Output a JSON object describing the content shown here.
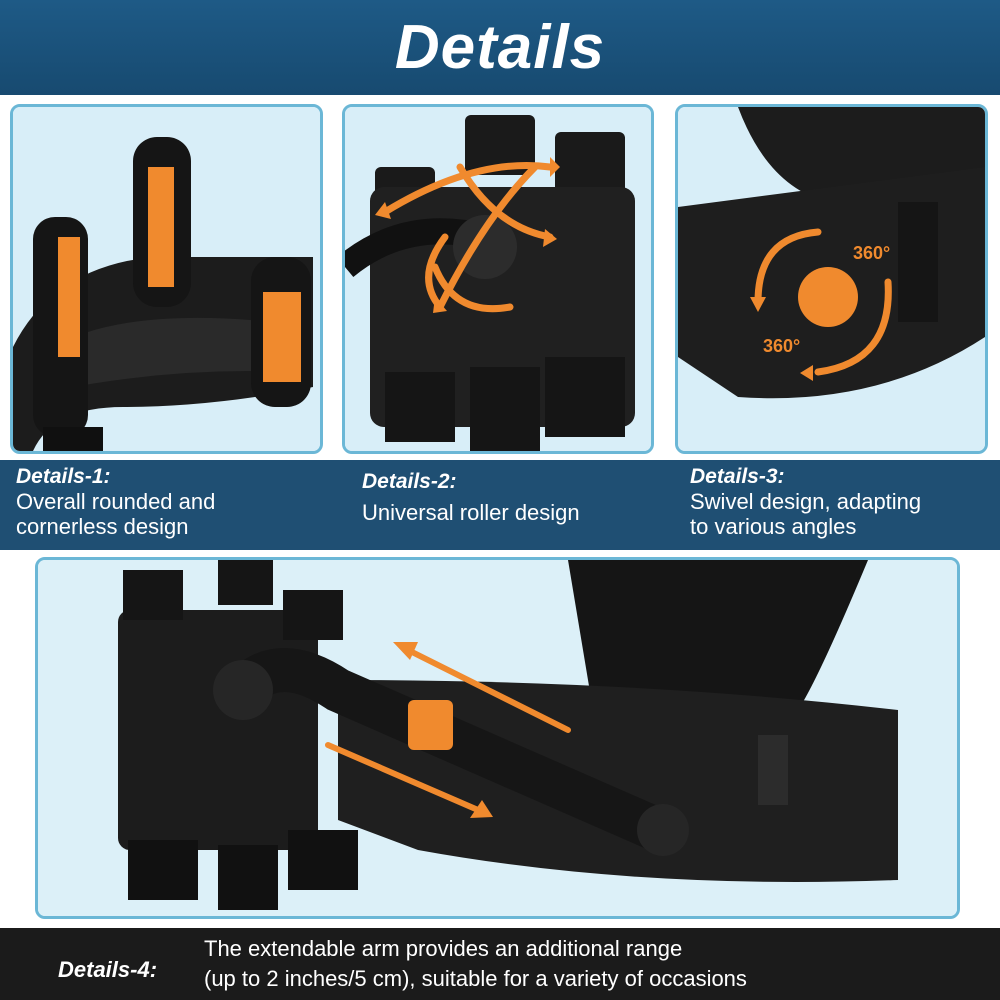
{
  "header": {
    "title": "Details"
  },
  "details": [
    {
      "title": "Details-1:",
      "lines": [
        "Overall rounded and",
        "cornerless design"
      ]
    },
    {
      "title": "Details-2:",
      "lines": [
        "Universal roller design"
      ]
    },
    {
      "title": "Details-3:",
      "lines": [
        "Swivel design, adapting",
        "to various angles"
      ],
      "badges": [
        "360°",
        "360°"
      ]
    },
    {
      "title": "Details-4:",
      "lines": [
        "The extendable arm provides an additional range",
        "(up to 2 inches/5 cm), suitable for a variety of occasions"
      ]
    }
  ],
  "colors": {
    "header": "#1e5a86",
    "band": "#1f4f73",
    "accent": "#f08a2e",
    "panel_border": "#6bb7d6",
    "footer": "#1b1b1b"
  }
}
